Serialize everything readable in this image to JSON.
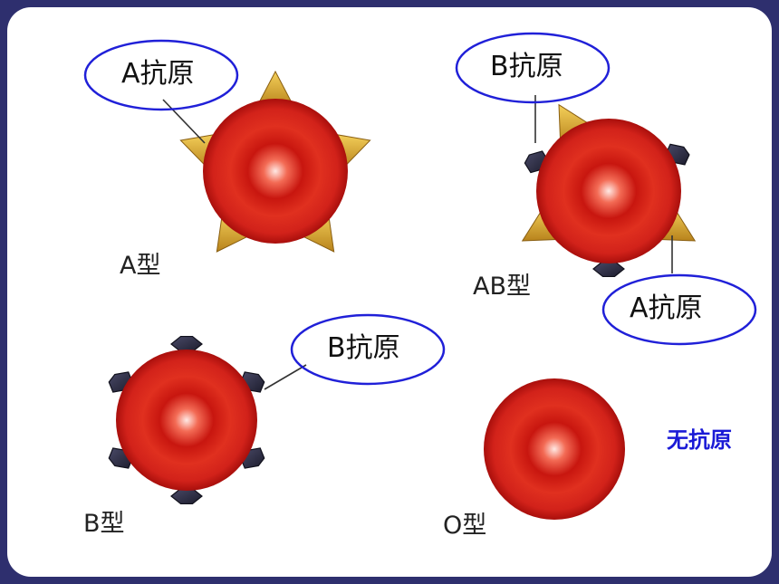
{
  "colors": {
    "frame": "#2e2f6e",
    "cell": "#d8231b",
    "antigen_a": "#d9a52b",
    "antigen_b": "#2a2a3e",
    "callout_ring": "#2020d8",
    "highlight_text": "#1a1ad6"
  },
  "cells": {
    "a": {
      "type_label": "A型",
      "antigen": "a",
      "callout": "A抗原"
    },
    "ab": {
      "type_label": "AB型",
      "antigen": "ab",
      "callout_b": "B抗原",
      "callout_a": "A抗原"
    },
    "b": {
      "type_label": "B型",
      "antigen": "b",
      "callout": "B抗原"
    },
    "o": {
      "type_label": "O型",
      "antigen": "none",
      "note": "无抗原"
    }
  }
}
